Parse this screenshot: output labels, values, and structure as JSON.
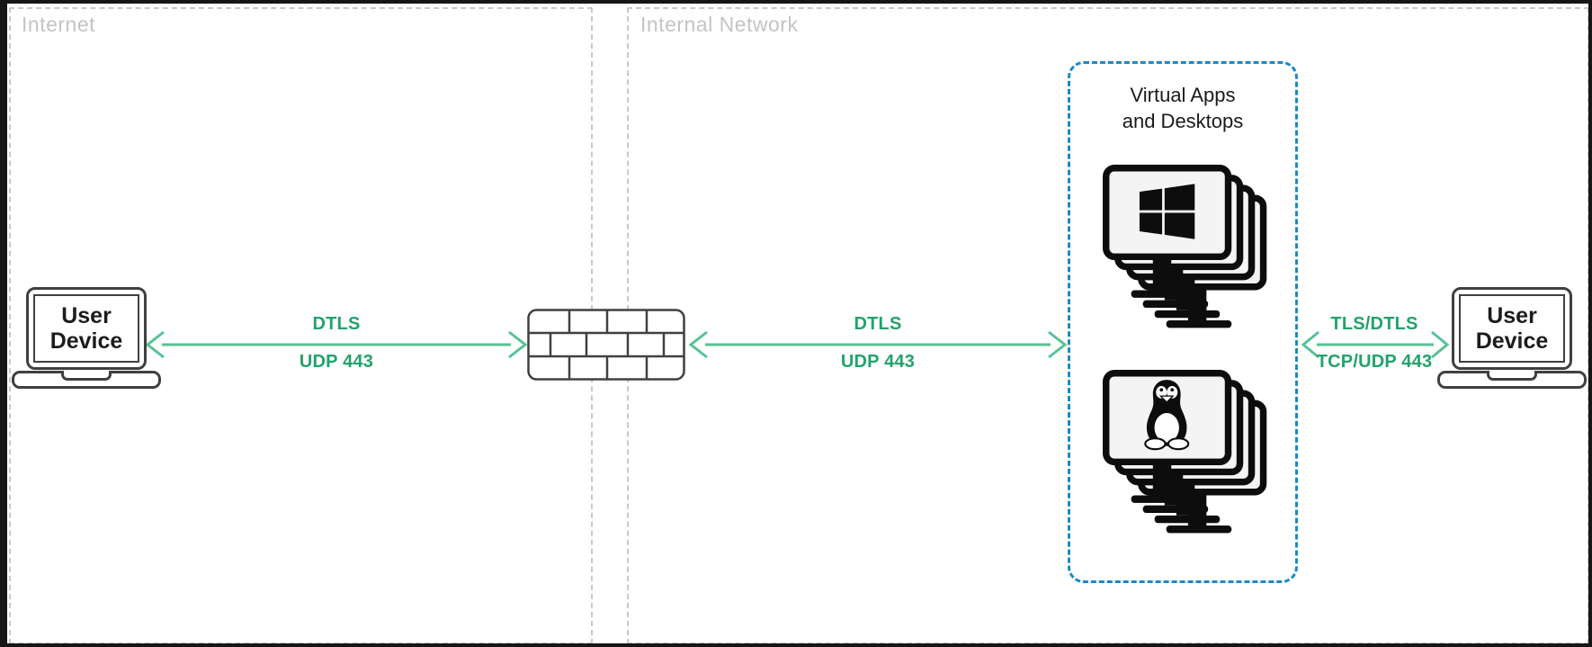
{
  "zones": {
    "internet": {
      "label": "Internet"
    },
    "internal": {
      "label": "Internal Network"
    }
  },
  "devices": {
    "left_user_device": {
      "line1": "User",
      "line2": "Device"
    },
    "right_user_device": {
      "line1": "User",
      "line2": "Device"
    }
  },
  "vda_box": {
    "title_line1": "Virtual Apps",
    "title_line2": "and Desktops"
  },
  "connections": [
    {
      "protocol": "DTLS",
      "port": "UDP 443"
    },
    {
      "protocol": "DTLS",
      "port": "UDP 443"
    },
    {
      "protocol": "TLS/DTLS",
      "port": "TCP/UDP 443"
    }
  ],
  "icons": {
    "firewall": "brick-wall-firewall-icon",
    "left_device": "laptop-icon",
    "right_device": "laptop-icon",
    "windows_stack": "windows-monitor-stack-icon",
    "linux_stack": "linux-tux-monitor-stack-icon"
  },
  "colors": {
    "green_text": "#22A36B",
    "green_line": "#58C295",
    "blue_border": "#1F86CB",
    "zone_border": "#C8C8C8",
    "zone_label": "#C4C4C4",
    "device_stroke": "#404040"
  }
}
